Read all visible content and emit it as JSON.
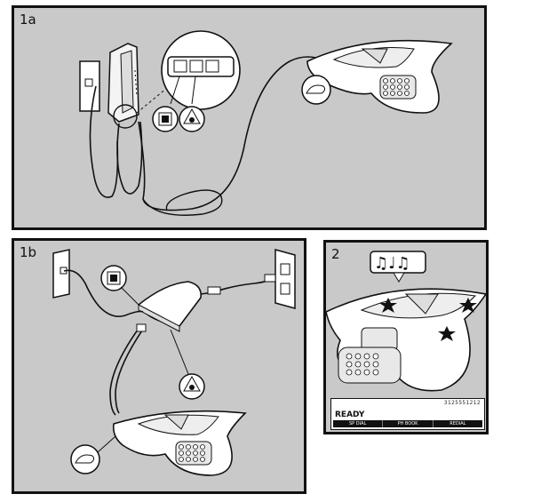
{
  "panels": [
    {
      "label": "1a"
    },
    {
      "label": "1b"
    },
    {
      "label": "2"
    }
  ],
  "display": {
    "number": "3125551212",
    "status": "READY",
    "softkeys": [
      "SP DIAL",
      "PH BOOK",
      "REDIAL"
    ]
  },
  "icons": {
    "jack": "phone-jack-icon",
    "power": "power-icon",
    "console_port": "console-port-icon",
    "melody": "music-notes-icon"
  }
}
